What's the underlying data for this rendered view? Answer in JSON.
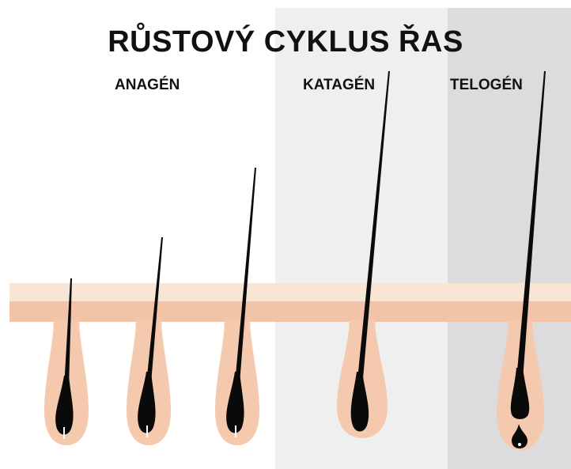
{
  "title": "RŮSTOVÝ CYKLUS ŘAS",
  "phases": {
    "anagen": "ANAGÉN",
    "katagen": "KATAGÉN",
    "telogen": "TELOGÉN"
  },
  "colors": {
    "skin_top": "#f7e6d6",
    "skin_bottom": "#f2c3a6",
    "follicle": "#f4c9ad",
    "hair": "#0a0a0a",
    "katagen_bg": "#efefef",
    "telogen_bg": "#dcdcdf"
  }
}
